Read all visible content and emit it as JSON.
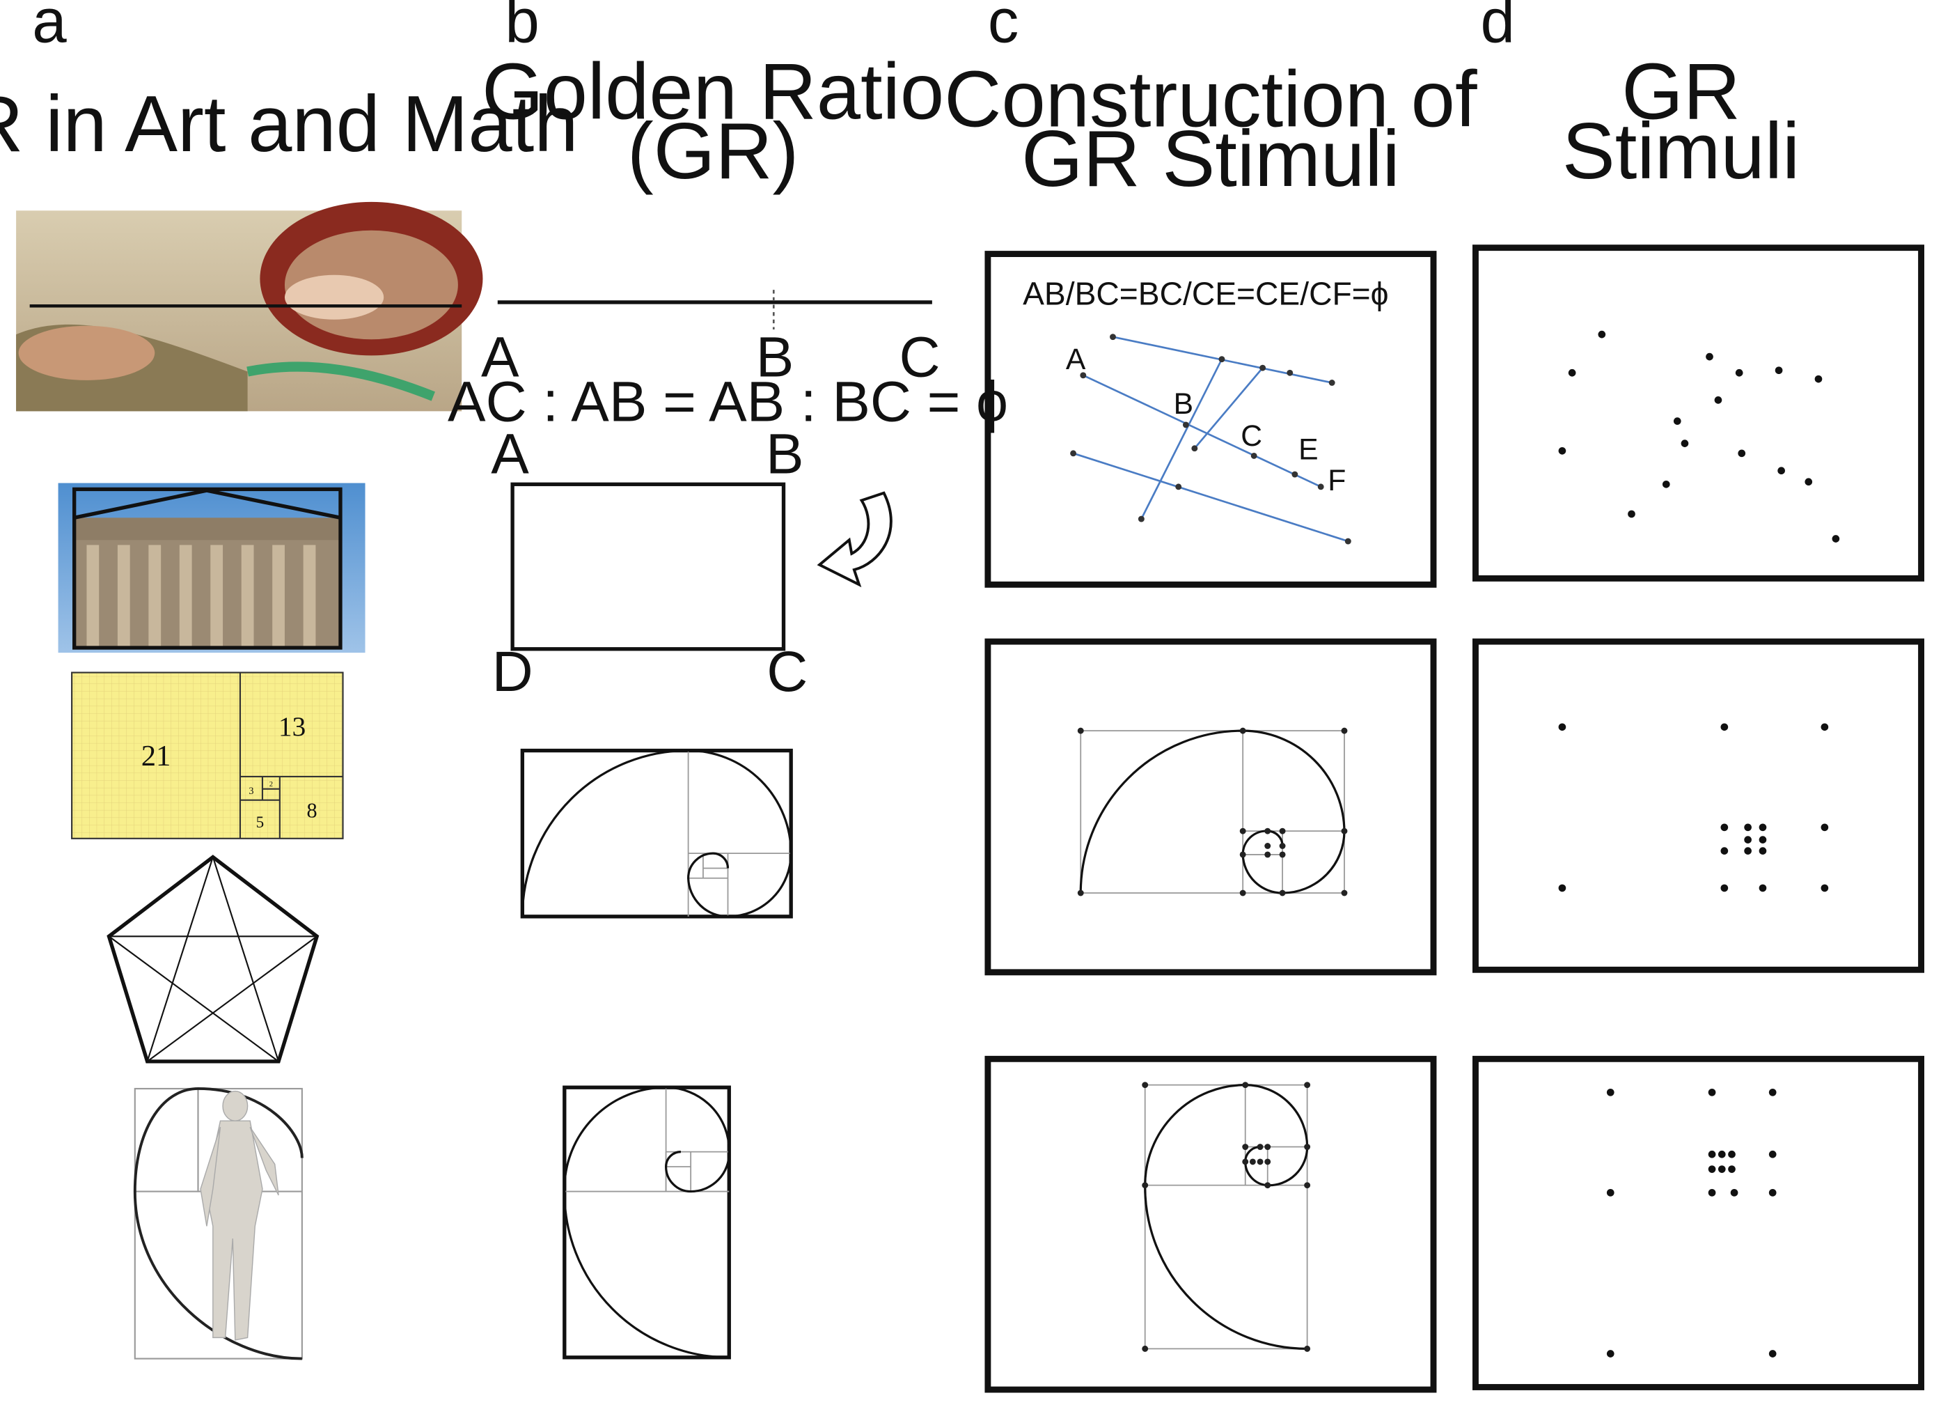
{
  "panels": {
    "a": {
      "letter": "a",
      "title": "GR in Art and Math",
      "art_images": [
        "painting-creation-of-adam",
        "parthenon-photo",
        "fibonacci-squares",
        "pentagram",
        "statue-with-spiral"
      ],
      "fibonacci_labels": {
        "l21": "21",
        "l13": "13",
        "l8": "8",
        "l5": "5",
        "l3": "3",
        "l2": "2"
      }
    },
    "b": {
      "letter": "b",
      "title_line1": "Golden Ratio",
      "title_line2": "(GR)",
      "segment_points": {
        "A": "A",
        "B": "B",
        "C": "C"
      },
      "equation": "AC : AB = AB : BC = ϕ",
      "rect_corners": {
        "A": "A",
        "B": "B",
        "C": "C",
        "D": "D"
      },
      "arrow_icon": "curved-arrow-icon"
    },
    "c": {
      "letter": "c",
      "title_line1": "Construction of",
      "title_line2": "GR Stimuli",
      "equation": "AB/BC=BC/CE=CE/CF=ϕ",
      "points": {
        "A": "A",
        "B": "B",
        "C": "C",
        "E": "E",
        "F": "F"
      },
      "line_color": "#4a7cc4"
    },
    "d": {
      "letter": "d",
      "title_line1": "GR",
      "title_line2": "Stimuli"
    }
  }
}
